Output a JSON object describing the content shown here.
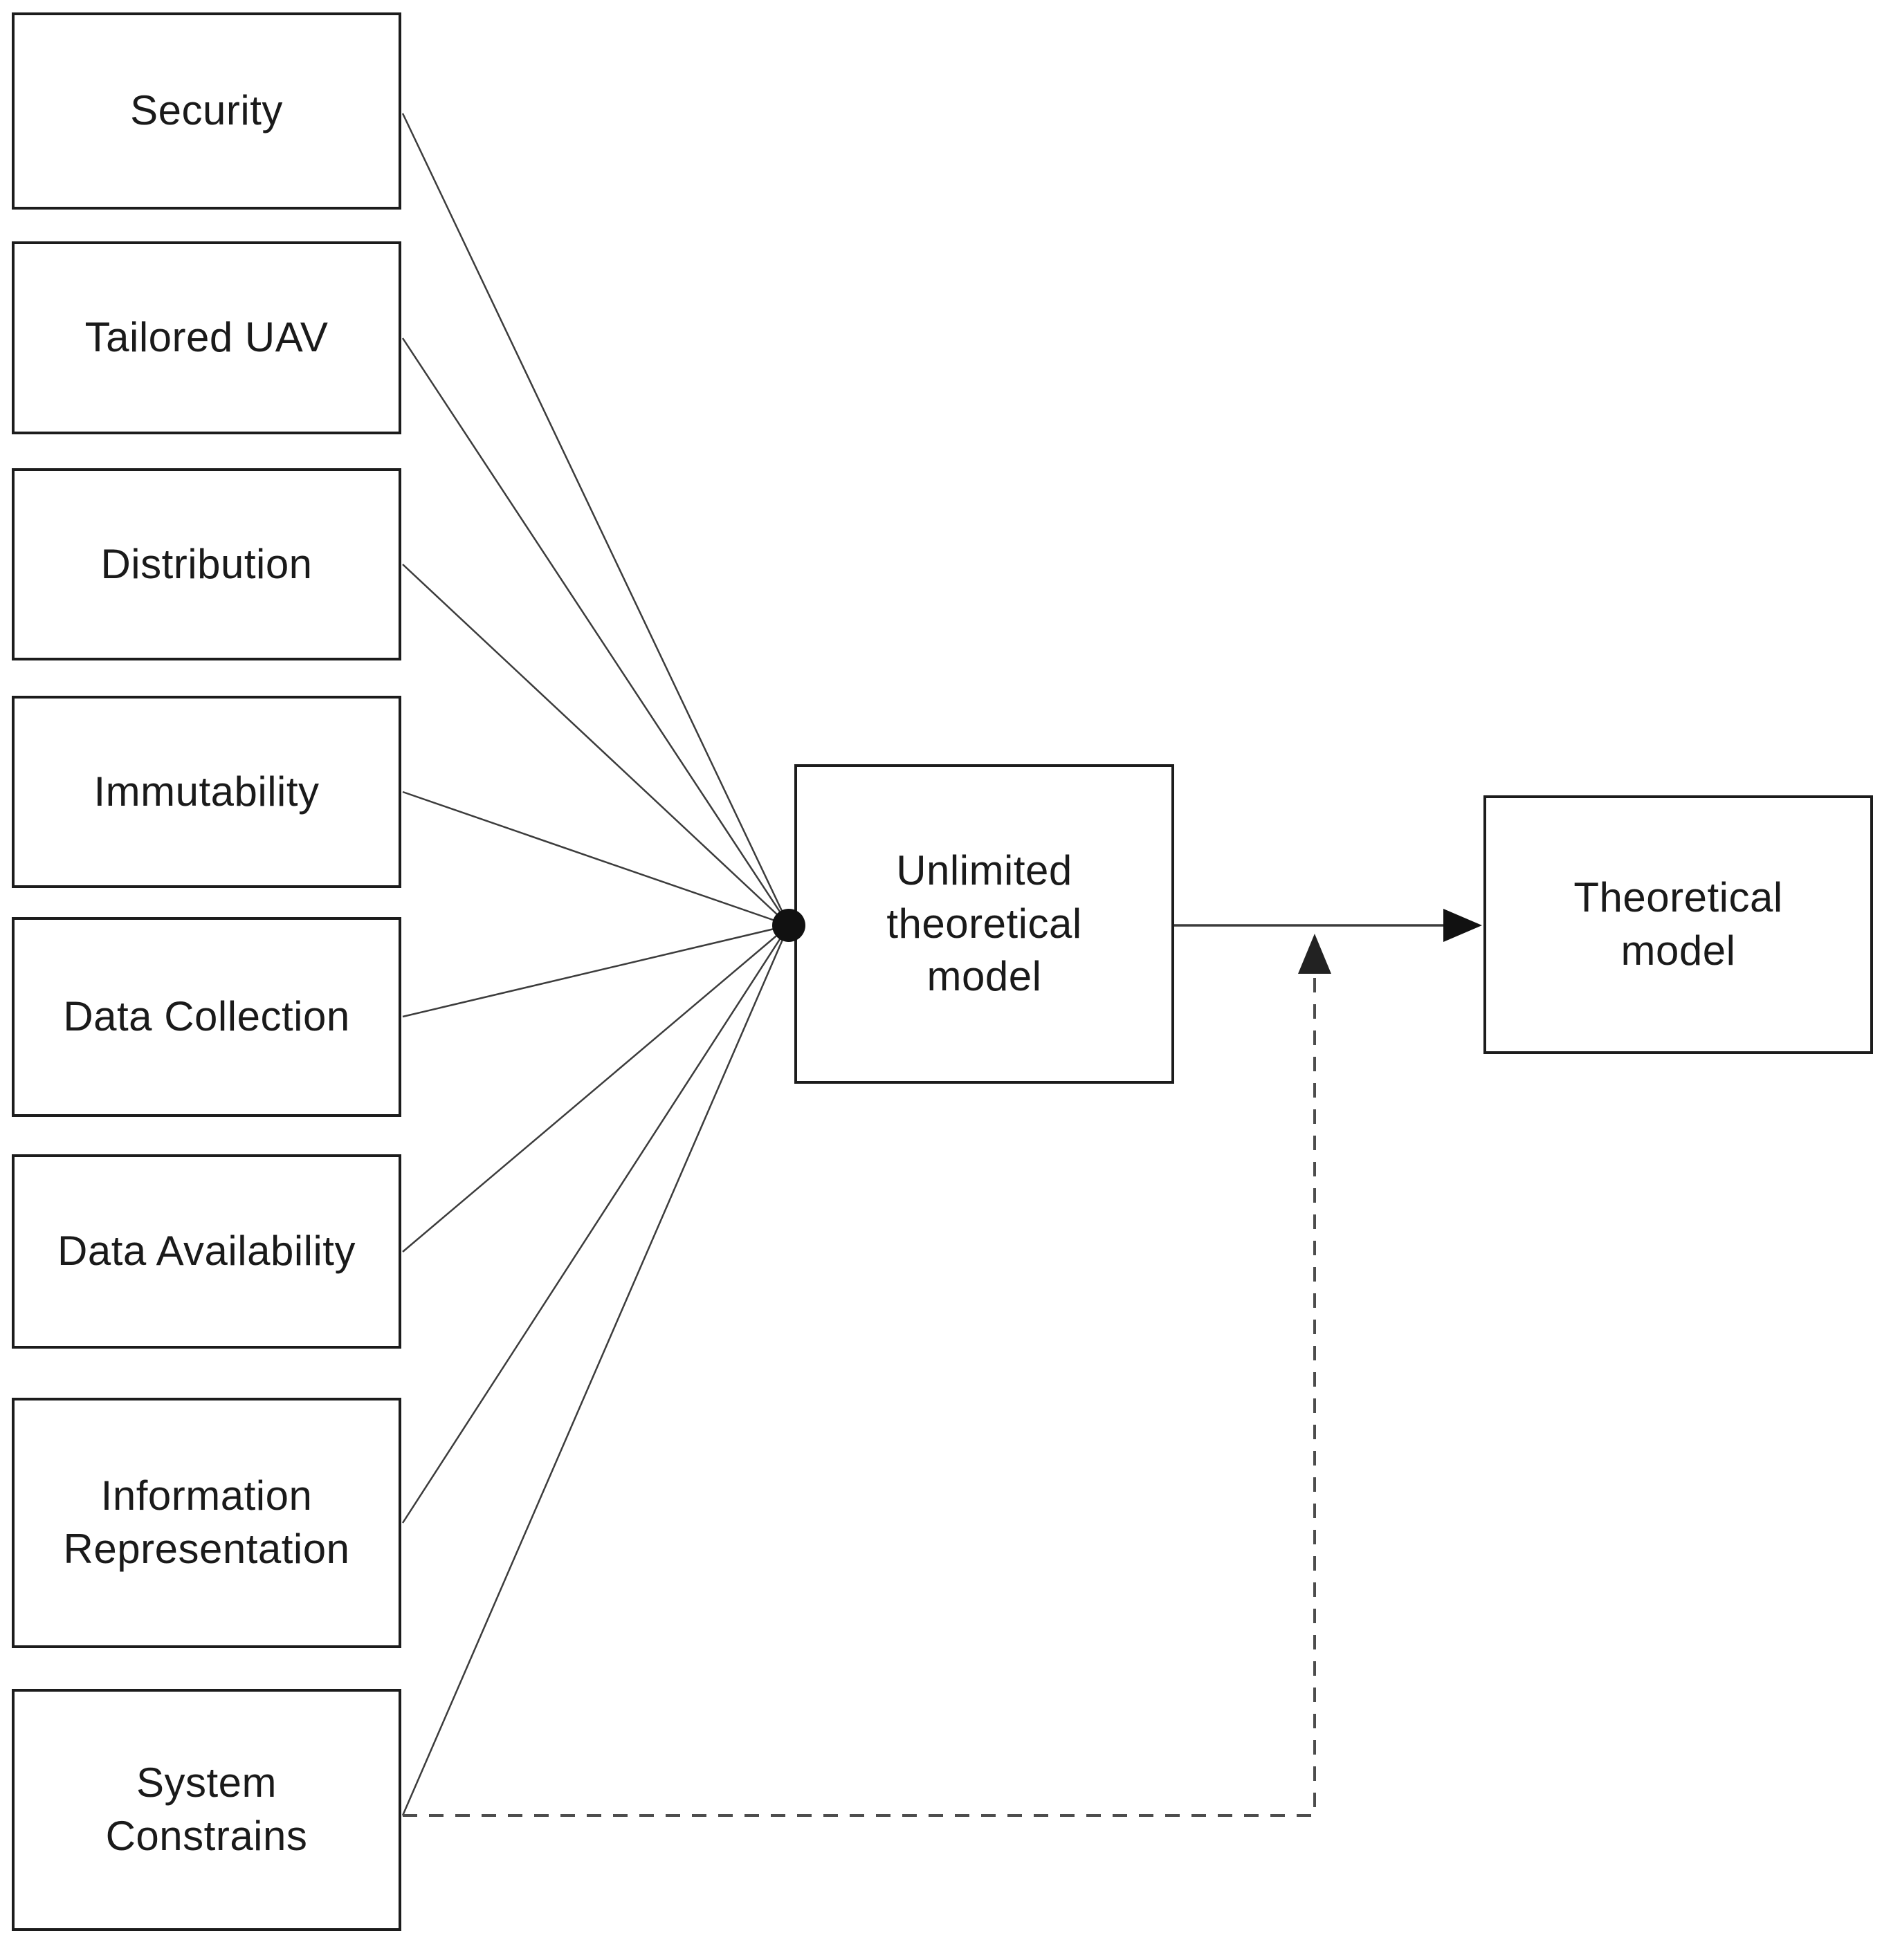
{
  "figure": {
    "type": "flow-diagram",
    "background": "#ffffff",
    "colors": {
      "box_border": "#1c1c1c",
      "text": "#1a1a1a",
      "solid_line": "#3c3c3c",
      "dashed_line": "#4d4d4d",
      "arrowhead": "#111111"
    },
    "factors": [
      {
        "id": "security",
        "label": "Security"
      },
      {
        "id": "tailored-uav",
        "label": "Tailored UAV"
      },
      {
        "id": "distribution",
        "label": "Distribution"
      },
      {
        "id": "immutability",
        "label": "Immutability"
      },
      {
        "id": "data-collection",
        "label": "Data Collection"
      },
      {
        "id": "data-availability",
        "label": "Data Availability"
      },
      {
        "id": "information-representation",
        "label": "Information\nRepresentation"
      },
      {
        "id": "system-constrains",
        "label": "System\nConstrains"
      }
    ],
    "center_node": {
      "id": "unlimited-theoretical-model",
      "label": "Unlimited\ntheoretical\nmodel"
    },
    "output_node": {
      "id": "theoretical-model",
      "label": "Theoretical\nmodel"
    },
    "edges": [
      {
        "from": "Security",
        "to": "Unlimited theoretical model",
        "style": "solid"
      },
      {
        "from": "Tailored UAV",
        "to": "Unlimited theoretical model",
        "style": "solid"
      },
      {
        "from": "Distribution",
        "to": "Unlimited theoretical model",
        "style": "solid"
      },
      {
        "from": "Immutability",
        "to": "Unlimited theoretical model",
        "style": "solid"
      },
      {
        "from": "Data Collection",
        "to": "Unlimited theoretical model",
        "style": "solid"
      },
      {
        "from": "Data Availability",
        "to": "Unlimited theoretical model",
        "style": "solid"
      },
      {
        "from": "Information Representation",
        "to": "Unlimited theoretical model",
        "style": "solid"
      },
      {
        "from": "System Constrains",
        "to": "Unlimited theoretical model",
        "style": "solid"
      },
      {
        "from": "Unlimited theoretical model",
        "to": "Theoretical model",
        "style": "solid",
        "arrowhead": "right"
      },
      {
        "from": "System Constrains",
        "to": "arrow between Unlimited theoretical model and Theoretical model",
        "style": "dashed",
        "arrowhead": "up"
      }
    ]
  }
}
